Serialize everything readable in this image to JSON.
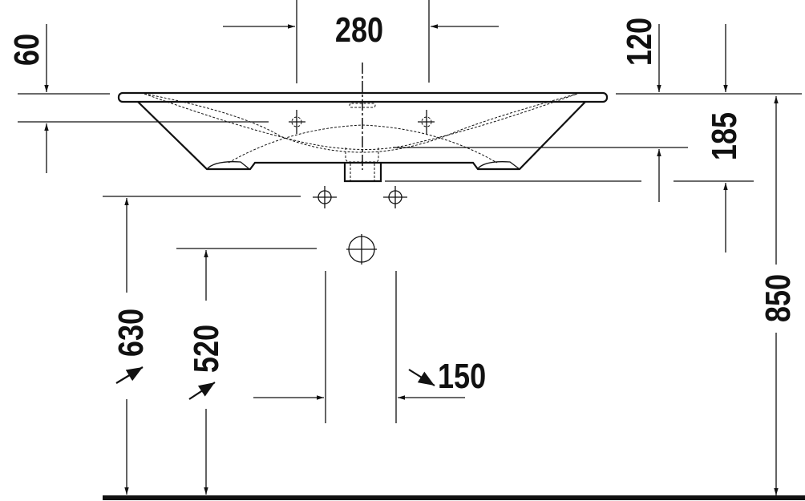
{
  "drawing": {
    "title": "Washbasin installation dimensions",
    "dimensions": {
      "tap_hole_spacing": "280",
      "rim_height": "60",
      "overflow_offset": "120",
      "basin_depth": "185",
      "rim_to_floor": "850",
      "waste_height": "630",
      "supply_height": "520",
      "supply_spacing": "150"
    },
    "colors": {
      "ink": "#111111",
      "background": "#ffffff"
    }
  }
}
